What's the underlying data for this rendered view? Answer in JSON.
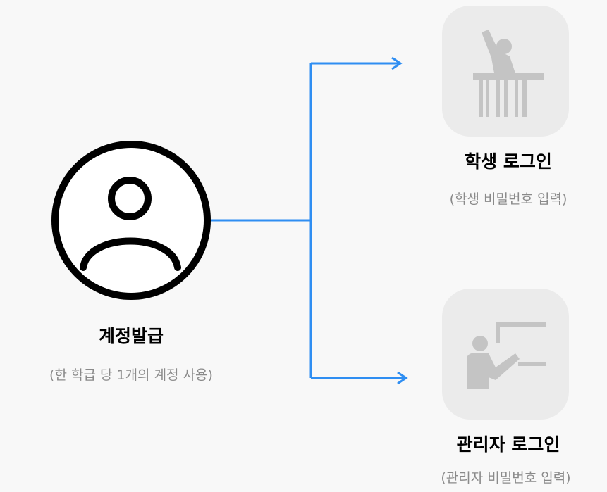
{
  "account": {
    "title": "계정발급",
    "subtitle": "(한 학급 당 1개의 계정 사용)"
  },
  "student": {
    "title": "학생 로그인",
    "subtitle": "(학생 비밀번호 입력)"
  },
  "admin": {
    "title": "관리자 로그인",
    "subtitle": "(관리자 비밀번호 입력)"
  },
  "colors": {
    "connector": "#2f8ef2",
    "icon_gray": "#c4c4c4",
    "tile_bg": "#ebebeb"
  },
  "icons": {
    "account": "user-circle-icon",
    "student": "student-desk-icon",
    "admin": "teacher-board-icon"
  }
}
